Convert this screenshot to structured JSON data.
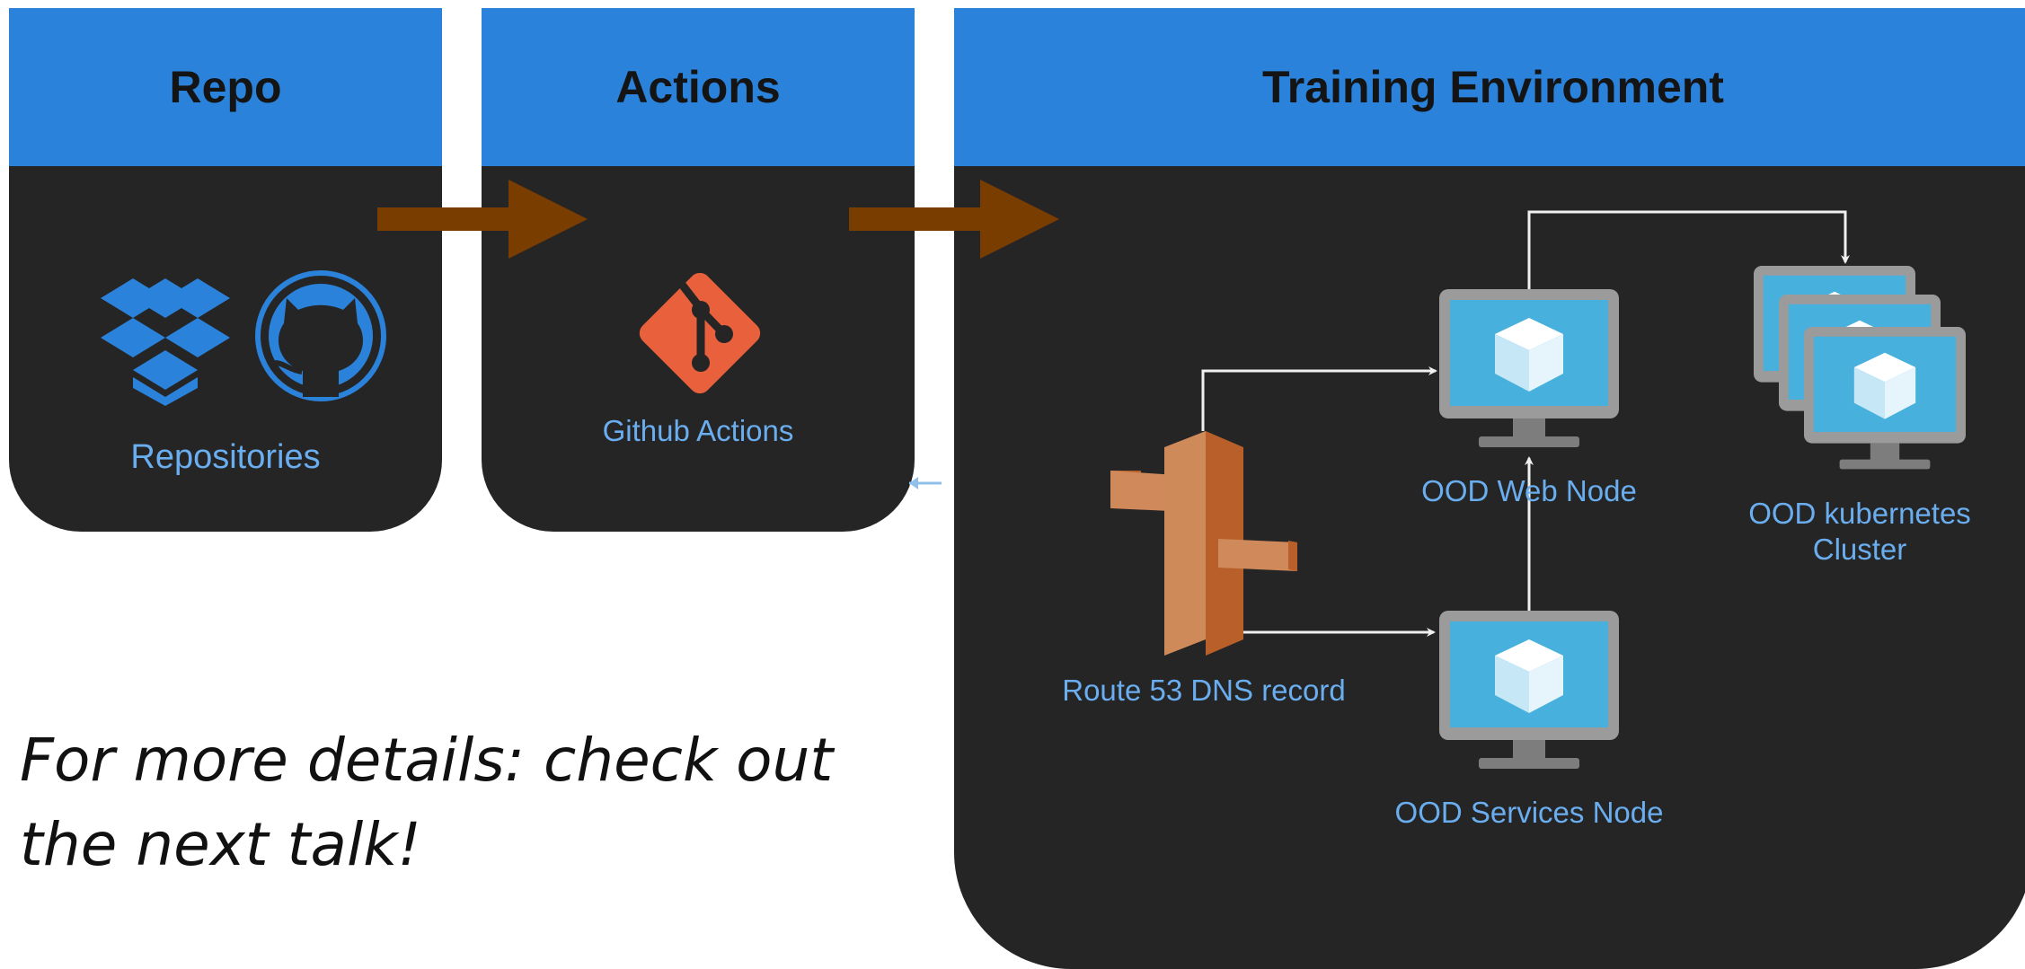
{
  "panels": {
    "repo": {
      "title": "Repo",
      "label": "Repositories"
    },
    "actions": {
      "title": "Actions",
      "label": "Github Actions"
    },
    "training": {
      "title": "Training Environment"
    }
  },
  "nodes": {
    "route53": "Route 53 DNS record",
    "web": "OOD Web Node",
    "services": "OOD Services Node",
    "k8s_line1": "OOD kubernetes",
    "k8s_line2": "Cluster"
  },
  "icons": {
    "repo": [
      "dropbox-icon",
      "github-icon"
    ],
    "actions": [
      "git-icon"
    ],
    "training": [
      "route53-icon",
      "virtual-machine-icon"
    ]
  },
  "note": {
    "line1": "For more details: check out",
    "line2": "the next talk!"
  },
  "colors": {
    "header": "#2b82da",
    "panel": "#252525",
    "label": "#6aaef0",
    "flow_arrow": "#7a3d00",
    "git": "#e8603c",
    "route53": "#c9752f",
    "monitor_screen": "#48b0dc"
  }
}
